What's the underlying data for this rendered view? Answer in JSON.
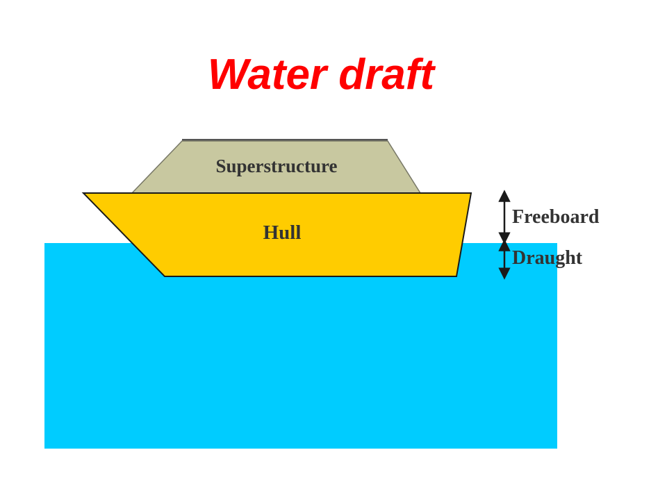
{
  "title": "Water draft",
  "diagram": {
    "superstructure_label": "Superstructure",
    "hull_label": "Hull",
    "freeboard_label": "Freeboard",
    "draught_label": "Draught"
  },
  "colors": {
    "title": "#ff0000",
    "water": "#00ccff",
    "hull": "#ffcc00",
    "superstructure": "#c8c8a0",
    "outline": "#1a1a1a",
    "label_text": "#333333"
  }
}
